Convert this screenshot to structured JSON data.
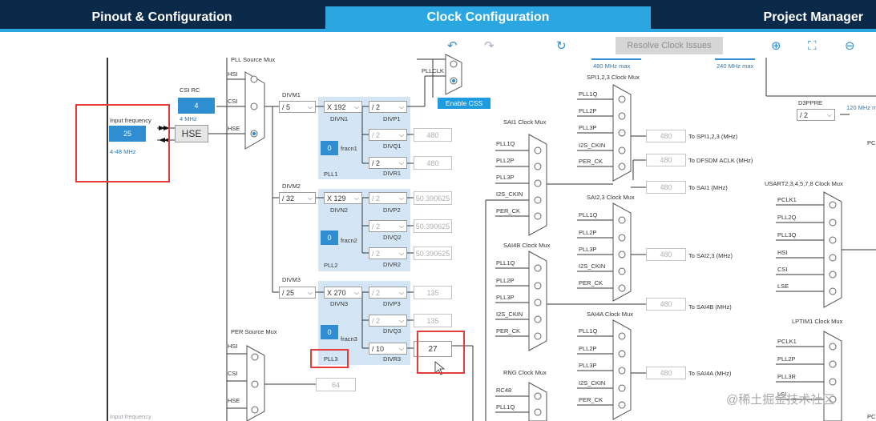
{
  "tabs": [
    {
      "label": "Pinout & Configuration"
    },
    {
      "label": "Clock Configuration"
    },
    {
      "label": "Project Manager"
    }
  ],
  "toolbar": {
    "resolve_label": "Resolve Clock Issues"
  },
  "labels": {
    "pll_source_mux": "PLL Source Mux",
    "hsi": "HSI",
    "csi": "CSI",
    "hse": "HSE",
    "csi_rc": "CSI RC",
    "csi_val": "4",
    "csi_mhz": "4 MHz",
    "input_freq": "Input frequency",
    "input_val": "25",
    "input_range": "4-48 MHz",
    "hse_box": "HSE",
    "pllclk": "PLLCLK",
    "enable_css": "Enable CSS",
    "divm1": "DIVM1",
    "divm1_val": "/ 5",
    "divn1_val": "X 192",
    "divn1": "DIVN1",
    "divp1_val": "/ 2",
    "divp1": "DIVP1",
    "divq1_val": "/ 2",
    "divq1": "DIVQ1",
    "divq1_out": "480",
    "divr1_val": "/ 2",
    "divr1": "DIVR1",
    "divr1_out": "480",
    "fracn1_val": "0",
    "fracn1": "fracn1",
    "pll1": "PLL1",
    "divm2": "DIVM2",
    "divm2_val": "/ 32",
    "divn2_val": "X 129",
    "divn2": "DIVN2",
    "divp2_val": "/ 2",
    "divp2": "DIVP2",
    "divp2_out": "50.390625",
    "divq2_val": "/ 2",
    "divq2": "DIVQ2",
    "divq2_out": "50.390625",
    "divr2_val": "/ 2",
    "divr2": "DIVR2",
    "divr2_out": "50.390625",
    "fracn2_val": "0",
    "fracn2": "fracn2",
    "pll2": "PLL2",
    "divm3": "DIVM3",
    "divm3_val": "/ 25",
    "divn3_val": "X 270",
    "divn3": "DIVN3",
    "divp3_val": "/ 2",
    "divp3": "DIVP3",
    "divp3_out": "135",
    "divq3_val": "/ 2",
    "divq3": "DIVQ3",
    "divq3_out": "135",
    "divr3_val": "/ 10",
    "divr3": "DIVR3",
    "divr3_out": "27",
    "fracn3_val": "0",
    "fracn3": "fracn3",
    "pll3": "PLL3",
    "per_source_mux": "PER Source Mux",
    "per_out": "64",
    "input_freq_bottom": "Input frequency",
    "max480": "480 MHz max",
    "max240": "240 MHz max",
    "spi_mux": "SPI1,2,3 Clock Mux",
    "sai1_mux": "SAI1 Clock Mux",
    "sai23_mux": "SAI2,3 Clock Mux",
    "sai4b_mux": "SAI4B Clock Mux",
    "sai4a_mux": "SAI4A Clock Mux",
    "rng_mux": "RNG Clock Mux",
    "usart_mux": "USART2,3,4,5,7,8 Clock Mux",
    "lptim_mux": "LPTIM1 Clock Mux",
    "pll1q": "PLL1Q",
    "pll2p": "PLL2P",
    "pll3p": "PLL3P",
    "i2s_ckin": "I2S_CKIN",
    "per_ck": "PER_CK",
    "to_spi": "To SPI1,2,3 (MHz)",
    "to_dfsdm": "To DFSDM ACLK (MHz)",
    "to_sai1": "To SAI1 (MHz)",
    "to_sai23": "To SAI2,3 (MHz)",
    "to_sai4b": "To SAI4B (MHz)",
    "to_sai4a": "To SAI4A (MHz)",
    "out480": "480",
    "d3ppre": "D3PPRE",
    "d3ppre_val": "/ 2",
    "mhz120": "120 MHz m",
    "pclk1": "PCLK1",
    "pll2q": "PLL2Q",
    "pll3q": "PLL3Q",
    "lse": "LSE",
    "pll3r": "PLL3R",
    "lsi": "LSI",
    "rc48": "RC48",
    "pc": "PC"
  },
  "watermark": "@稀土掘金技术社区"
}
